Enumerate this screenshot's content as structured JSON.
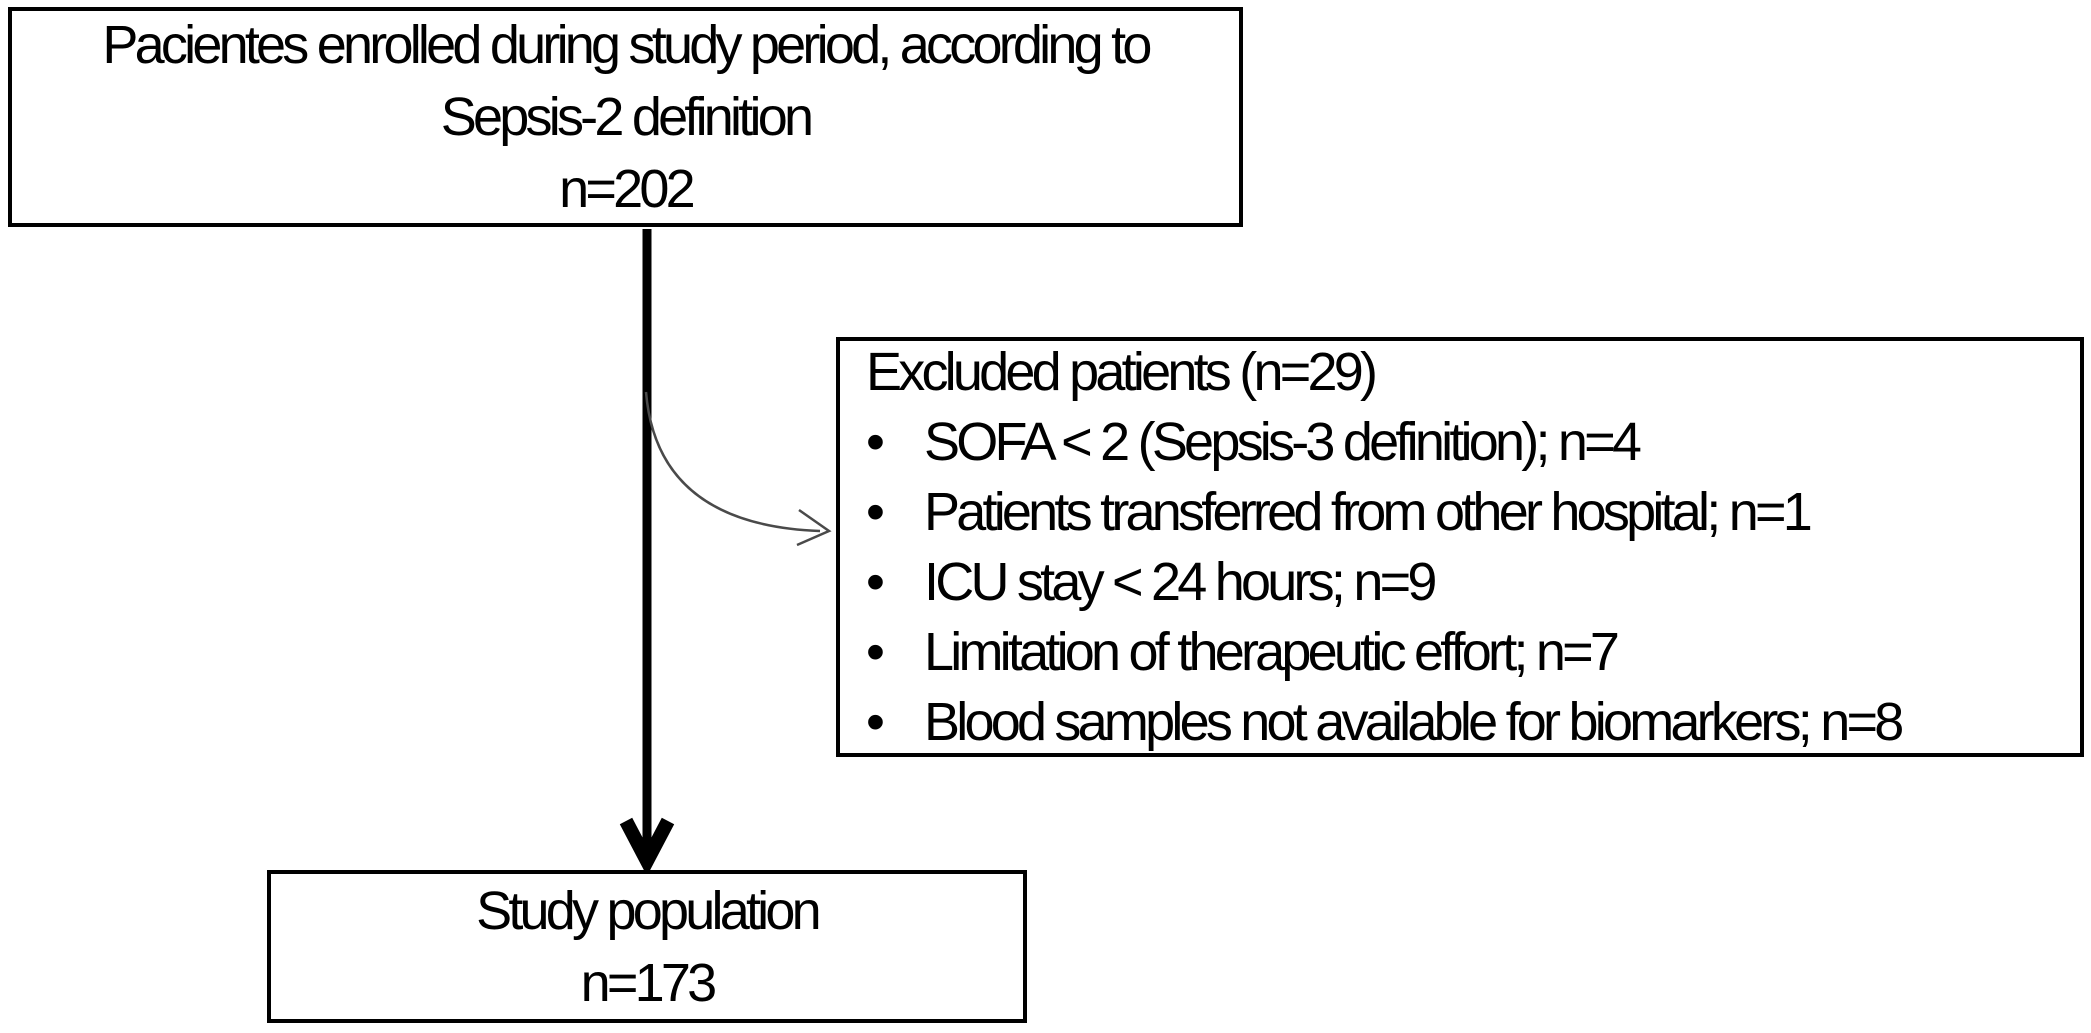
{
  "flowchart": {
    "enrolled_box": {
      "lines": [
        "Pacientes enrolled during study period, according to",
        "Sepsis-2 definition",
        "n=202"
      ]
    },
    "excluded_box": {
      "title": "Excluded patients (n=29)",
      "bullet": "•",
      "items": [
        "SOFA < 2 (Sepsis-3 definition); n=4",
        "Patients transferred from other hospital; n=1",
        "ICU stay < 24 hours; n=9",
        "Limitation of therapeutic effort; n=7",
        "Blood samples not available for biomarkers; n=8"
      ]
    },
    "population_box": {
      "lines": [
        "Study population",
        "n=173"
      ]
    },
    "colors": {
      "border": "#000000",
      "text": "#000000",
      "main_arrow": "#000000",
      "curved_arrow": "#4a4a4a",
      "background": "#ffffff"
    }
  }
}
